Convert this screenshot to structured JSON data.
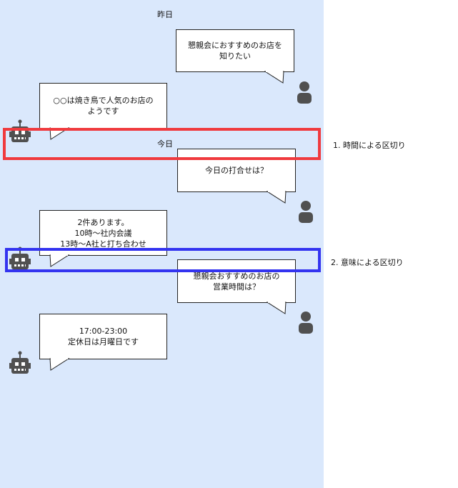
{
  "dates": {
    "yesterday": "昨日",
    "today": "今日"
  },
  "messages": [
    {
      "from": "user",
      "text": "懇親会におすすめのお店を\n知りたい"
    },
    {
      "from": "bot",
      "text": "○○は焼き鳥で人気のお店の\nようです"
    },
    {
      "from": "user",
      "text": "今日の打合せは？"
    },
    {
      "from": "bot",
      "text": "2件あります。\n10時～社内会議\n13時～A社と打ち合わせ"
    },
    {
      "from": "user",
      "text": "懇親会おすすめのお店の\n営業時間は？"
    },
    {
      "from": "bot",
      "text": "17:00-23:00\n定休日は月曜日です"
    }
  ],
  "annotations": {
    "time_split": "1. 時間による区切り",
    "meaning_split": "2. 意味による区切り"
  },
  "colors": {
    "panel": "#dae8fc",
    "time_split_frame": "#f03a3e",
    "meaning_split_frame": "#3333f0"
  },
  "icons": {
    "user": "person-icon",
    "bot": "robot-icon"
  }
}
